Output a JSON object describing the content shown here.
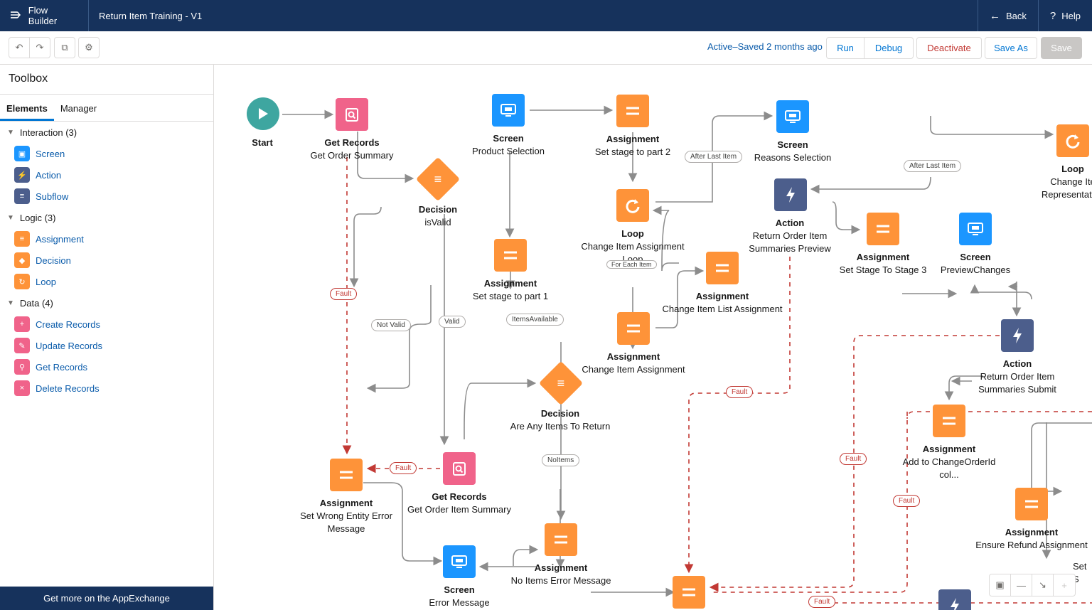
{
  "header": {
    "app_name": "Flow Builder",
    "flow_title": "Return Item Training - V1",
    "back_label": "Back",
    "help_label": "Help"
  },
  "toolbar": {
    "status": "Active–Saved 2 months ago",
    "run_label": "Run",
    "debug_label": "Debug",
    "deactivate_label": "Deactivate",
    "save_as_label": "Save As",
    "save_label": "Save"
  },
  "sidebar": {
    "title": "Toolbox",
    "tabs": [
      "Elements",
      "Manager"
    ],
    "sections": [
      {
        "label": "Interaction (3)",
        "items": [
          {
            "label": "Screen",
            "icon": "screen-icon",
            "color": "#1b96ff"
          },
          {
            "label": "Action",
            "icon": "action-icon",
            "color": "#4c5e8c"
          },
          {
            "label": "Subflow",
            "icon": "subflow-icon",
            "color": "#4c5e8c"
          }
        ]
      },
      {
        "label": "Logic (3)",
        "items": [
          {
            "label": "Assignment",
            "icon": "assignment-icon",
            "color": "#fe9339"
          },
          {
            "label": "Decision",
            "icon": "decision-icon",
            "color": "#fe9339"
          },
          {
            "label": "Loop",
            "icon": "loop-icon",
            "color": "#fe9339"
          }
        ]
      },
      {
        "label": "Data (4)",
        "items": [
          {
            "label": "Create Records",
            "icon": "create-records-icon",
            "color": "#f0638a"
          },
          {
            "label": "Update Records",
            "icon": "update-records-icon",
            "color": "#f0638a"
          },
          {
            "label": "Get Records",
            "icon": "get-records-icon",
            "color": "#f0638a"
          },
          {
            "label": "Delete Records",
            "icon": "delete-records-icon",
            "color": "#f0638a"
          }
        ]
      }
    ],
    "appexchange_label": "Get more on the AppExchange"
  },
  "canvas": {
    "nodes": [
      {
        "type": "Start",
        "name": ""
      },
      {
        "type": "Get Records",
        "name": "Get Order Summary"
      },
      {
        "type": "Decision",
        "name": "isValid"
      },
      {
        "type": "Screen",
        "name": "Product Selection"
      },
      {
        "type": "Assignment",
        "name": "Set stage to part 1"
      },
      {
        "type": "Assignment",
        "name": "Set stage to part 2"
      },
      {
        "type": "Loop",
        "name": "Change Item Assignment Loop"
      },
      {
        "type": "Assignment",
        "name": "Change Item Assignment"
      },
      {
        "type": "Assignment",
        "name": "Change Item List Assignment"
      },
      {
        "type": "Screen",
        "name": "Reasons Selection"
      },
      {
        "type": "Action",
        "name": "Return Order Item Summaries Preview"
      },
      {
        "type": "Assignment",
        "name": "Set Stage To Stage 3"
      },
      {
        "type": "Screen",
        "name": "PreviewChanges"
      },
      {
        "type": "Loop",
        "name": "Change Ite Representation"
      },
      {
        "type": "Action",
        "name": "Return Order Item Summaries Submit"
      },
      {
        "type": "Assignment",
        "name": "Add to ChangeOrderId col..."
      },
      {
        "type": "Assignment",
        "name": "Ensure Refund Assignment"
      },
      {
        "type": "Decision",
        "name": "Are Any Items To Return"
      },
      {
        "type": "Get Records",
        "name": "Get Order Item Summary"
      },
      {
        "type": "Assignment",
        "name": "Set Wrong Entity Error Message"
      },
      {
        "type": "Assignment",
        "name": "No Items Error Message"
      },
      {
        "type": "Screen",
        "name": "Error Message"
      }
    ],
    "partial_label": "Set S",
    "connectors": {
      "fault": "Fault",
      "not_valid": "Not Valid",
      "valid": "Valid",
      "items_available": "ItemsAvailable",
      "no_items": "NoItems",
      "after_last_item": "After Last Item",
      "for_each_item": "For Each Item"
    }
  }
}
